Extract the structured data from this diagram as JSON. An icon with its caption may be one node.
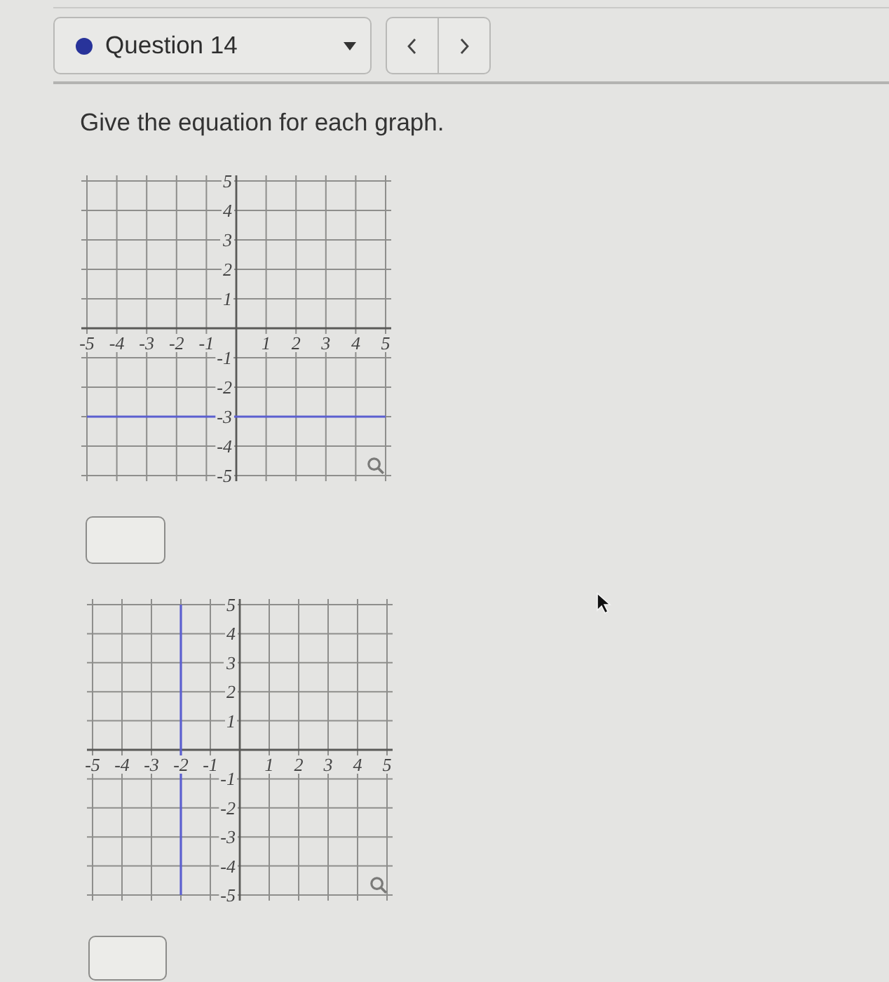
{
  "diagram": {
    "labels": [
      "Question 14",
      "Give the equation for each graph."
    ],
    "chart_data": [
      {
        "type": "line",
        "x": [
          -5,
          5
        ],
        "series": [
          {
            "color": "#5b5fd0",
            "values": [
              -3,
              -3
            ]
          }
        ],
        "xlim": [
          -5,
          5
        ],
        "ylim": [
          -5,
          5
        ],
        "grid": true,
        "xticks": [
          -5,
          -4,
          -3,
          -2,
          -1,
          1,
          2,
          3,
          4,
          5
        ],
        "yticks": [
          5,
          4,
          3,
          2,
          1,
          -1,
          -2,
          -3,
          -4,
          -5
        ]
      },
      {
        "type": "line",
        "x": [
          -2,
          -2
        ],
        "series": [
          {
            "color": "#5b5fd0",
            "values": [
              -5,
              5
            ]
          }
        ],
        "xlim": [
          -5,
          5
        ],
        "ylim": [
          -5,
          5
        ],
        "grid": true,
        "xticks": [
          -5,
          -4,
          -3,
          -2,
          -1,
          1,
          2,
          3,
          4,
          5
        ],
        "yticks": [
          5,
          4,
          3,
          2,
          1,
          -1,
          -2,
          -3,
          -4,
          -5
        ]
      }
    ]
  }
}
